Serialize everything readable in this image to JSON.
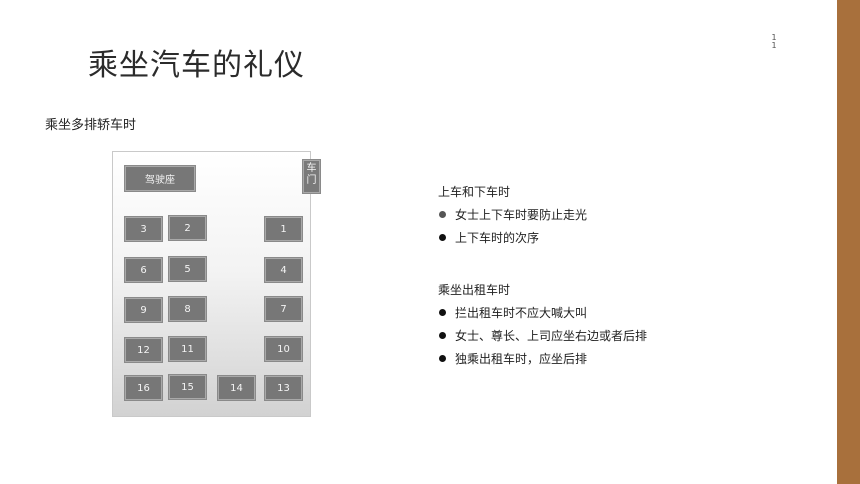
{
  "slide": {
    "page_number": [
      "1",
      "1"
    ],
    "title": "乘坐汽车的礼仪",
    "subtitle": "乘坐多排轿车时",
    "diagram": {
      "driver_seat": "驾驶座",
      "door": [
        "车",
        "门"
      ],
      "seats": [
        "3",
        "2",
        "1",
        "6",
        "5",
        "4",
        "9",
        "8",
        "7",
        "12",
        "11",
        "10",
        "16",
        "15",
        "14",
        "13"
      ]
    },
    "section1": {
      "heading": "上车和下车时",
      "items": [
        "女士上下车时要防止走光",
        "上下车时的次序"
      ]
    },
    "section2": {
      "heading": "乘坐出租车时",
      "items": [
        "拦出租车时不应大喊大叫",
        "女士、尊长、上司应坐右边或者后排",
        "独乘出租车时，应坐后排"
      ]
    },
    "colors": {
      "accent": "#a8703c",
      "seat": "#777777"
    }
  }
}
